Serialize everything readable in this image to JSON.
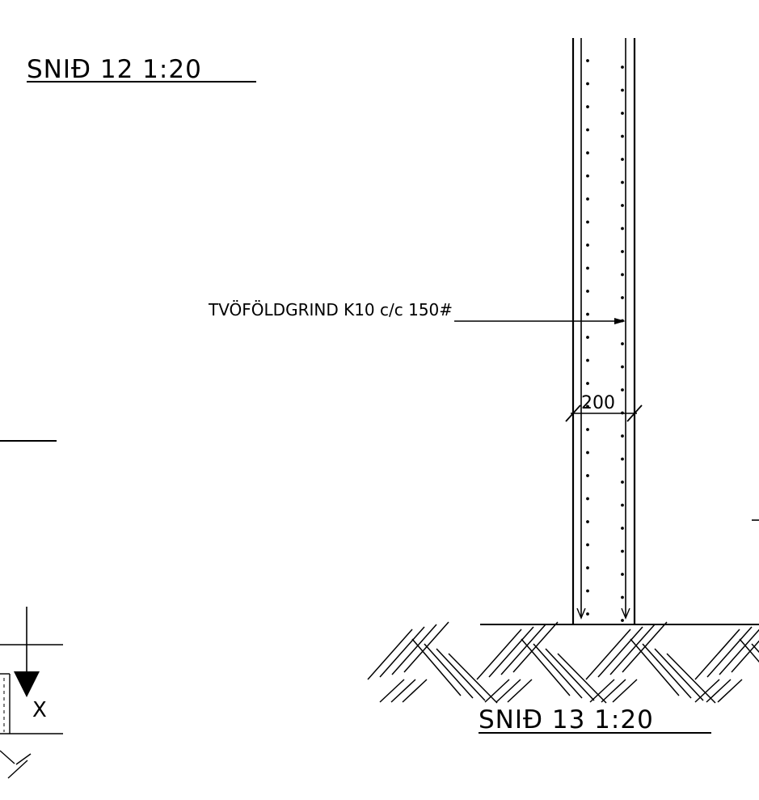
{
  "section_12": {
    "title": "SNIÐ 12 1:20"
  },
  "section_13": {
    "title": "SNIÐ 13 1:20"
  },
  "wall": {
    "reinforcement_label": "TVÖFÖLDGRIND K10 c/c 150#",
    "thickness_dimension": "200"
  },
  "left_detail": {
    "level_marker": "X"
  },
  "colors": {
    "ink": "#000000",
    "paper": "#ffffff"
  }
}
